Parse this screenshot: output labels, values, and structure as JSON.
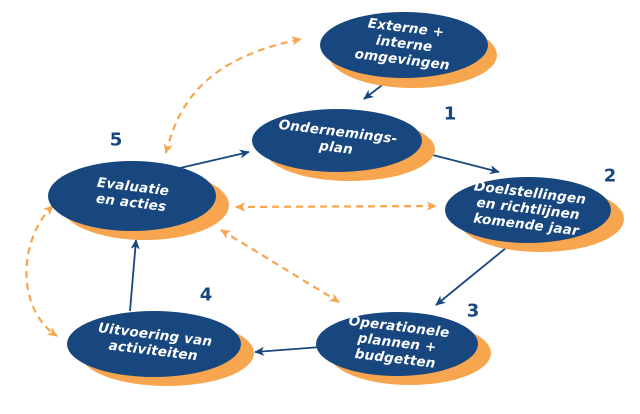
{
  "diagram": {
    "type": "planning-cycle-flowchart",
    "colors": {
      "navy": "#17477E",
      "orange": "#F7A64F",
      "label_text": "#FFFFFF",
      "background": "#FFFFFF"
    },
    "nodes": [
      {
        "id": "externe-interne-omgevingen",
        "label": "Externe +\ninterne\nomgevingen",
        "number": ""
      },
      {
        "id": "ondernemingsplan",
        "label": "Ondernemings-\nplan",
        "number": "1"
      },
      {
        "id": "doelstellingen",
        "label": "Doelstellingen\nen richtlijnen\nkomende jaar",
        "number": "2"
      },
      {
        "id": "operationele-plannen",
        "label": "Operationele\nplannen +\nbudgetten",
        "number": "3"
      },
      {
        "id": "uitvoering-activiteiten",
        "label": "Uitvoering van\nactiviteiten",
        "number": "4"
      },
      {
        "id": "evaluatie-acties",
        "label": "Evaluatie\nen acties",
        "number": "5"
      }
    ],
    "edges": [
      {
        "from": "externe-interne-omgevingen",
        "to": "ondernemingsplan",
        "style": "solid",
        "direction": "one-way"
      },
      {
        "from": "evaluatie-acties",
        "to": "ondernemingsplan",
        "style": "solid",
        "direction": "one-way"
      },
      {
        "from": "ondernemingsplan",
        "to": "doelstellingen",
        "style": "solid",
        "direction": "one-way"
      },
      {
        "from": "doelstellingen",
        "to": "operationele-plannen",
        "style": "solid",
        "direction": "one-way"
      },
      {
        "from": "operationele-plannen",
        "to": "uitvoering-activiteiten",
        "style": "solid",
        "direction": "one-way"
      },
      {
        "from": "uitvoering-activiteiten",
        "to": "evaluatie-acties",
        "style": "solid",
        "direction": "one-way"
      },
      {
        "from": "evaluatie-acties",
        "to": "externe-interne-omgevingen",
        "style": "dashed",
        "direction": "two-way"
      },
      {
        "from": "evaluatie-acties",
        "to": "doelstellingen",
        "style": "dashed",
        "direction": "two-way"
      },
      {
        "from": "evaluatie-acties",
        "to": "operationele-plannen",
        "style": "dashed",
        "direction": "two-way"
      },
      {
        "from": "evaluatie-acties",
        "to": "uitvoering-activiteiten",
        "style": "dashed",
        "direction": "two-way"
      }
    ]
  }
}
